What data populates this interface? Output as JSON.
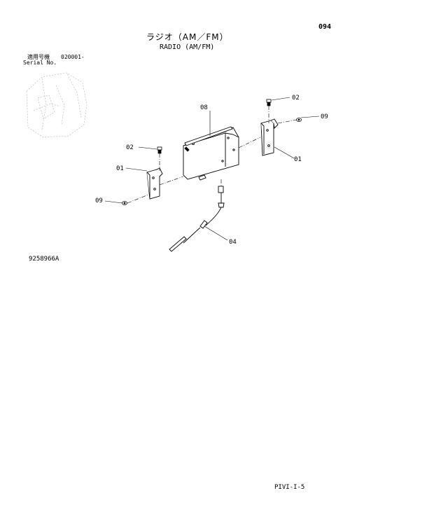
{
  "header": {
    "page_number": "094",
    "title_jp": "ラジオ（AM／FM）",
    "title_en": "RADIO (AM/FM)"
  },
  "serial": {
    "label_jp": "適用号機",
    "value": "020001-",
    "label_en": "Serial No."
  },
  "parts": {
    "bracket_right": "01",
    "bracket_left": "01",
    "screw_right": "02",
    "screw_left": "02",
    "antenna": "04",
    "radio_unit": "08",
    "nut_right": "09",
    "nut_left": "09"
  },
  "footer": {
    "figure_code": "9258966A",
    "page_ref": "PIVI-I-5"
  }
}
